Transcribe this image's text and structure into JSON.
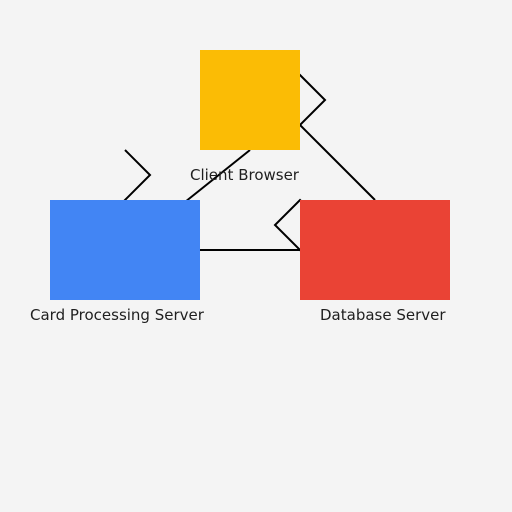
{
  "nodes": {
    "client": {
      "label": "Client Browser",
      "color": "#fbbc05"
    },
    "card": {
      "label": "Card Processing Server",
      "color": "#4285f4"
    },
    "db": {
      "label": "Database Server",
      "color": "#ea4335"
    }
  },
  "edge_color": "#000000",
  "background": "#f4f4f4"
}
